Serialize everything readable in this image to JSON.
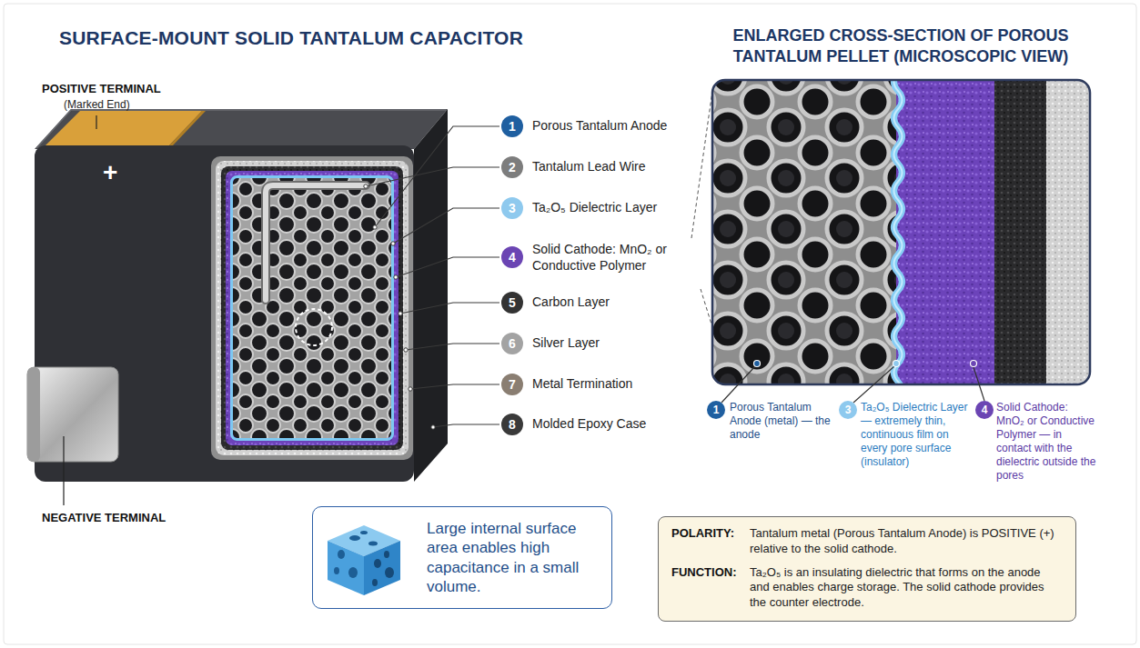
{
  "diagram": {
    "title": "SURFACE-MOUNT SOLID TANTALUM CAPACITOR",
    "nodes": [
      {
        "text": [
          "Large internal surface area enables high capacitance in a small volume."
        ]
      },
      {
        "text": [
          "POLARITY:",
          "Tantalum metal (Porous Tantalum Anode) is POSITIVE (+) relative to the solid cathode.",
          "FUNCTION:",
          "Ta₂O₅ is an insulating dielectric that forms on the anode and enables charge storage. The solid cathode provides the counter electrode."
        ]
      }
    ],
    "labels": [
      "POSITIVE TERMINAL",
      "(Marked End)",
      "+",
      "NEGATIVE TERMINAL",
      "1",
      "Porous Tantalum Anode",
      "2",
      "Tantalum Lead Wire",
      "3",
      "Ta₂O₅ Dielectric Layer",
      "4",
      "Solid Cathode: MnO₂ or Conductive Polymer",
      "5",
      "Carbon Layer",
      "6",
      "Silver Layer",
      "7",
      "Metal Termination",
      "8",
      "Molded Epoxy Case",
      "ENLARGED CROSS-SECTION OF POROUS TANTALUM PELLET (MICROSCOPIC VIEW)",
      "1",
      "Porous Tantalum Anode (metal) — the anode",
      "3",
      "Ta₂O₅ Dielectric Layer — extremely thin, continuous film on every pore surface (insulator)",
      "4",
      "Solid Cathode: MnO₂ or Conductive Polymer — in contact with the dielectric outside the pores"
    ]
  }
}
